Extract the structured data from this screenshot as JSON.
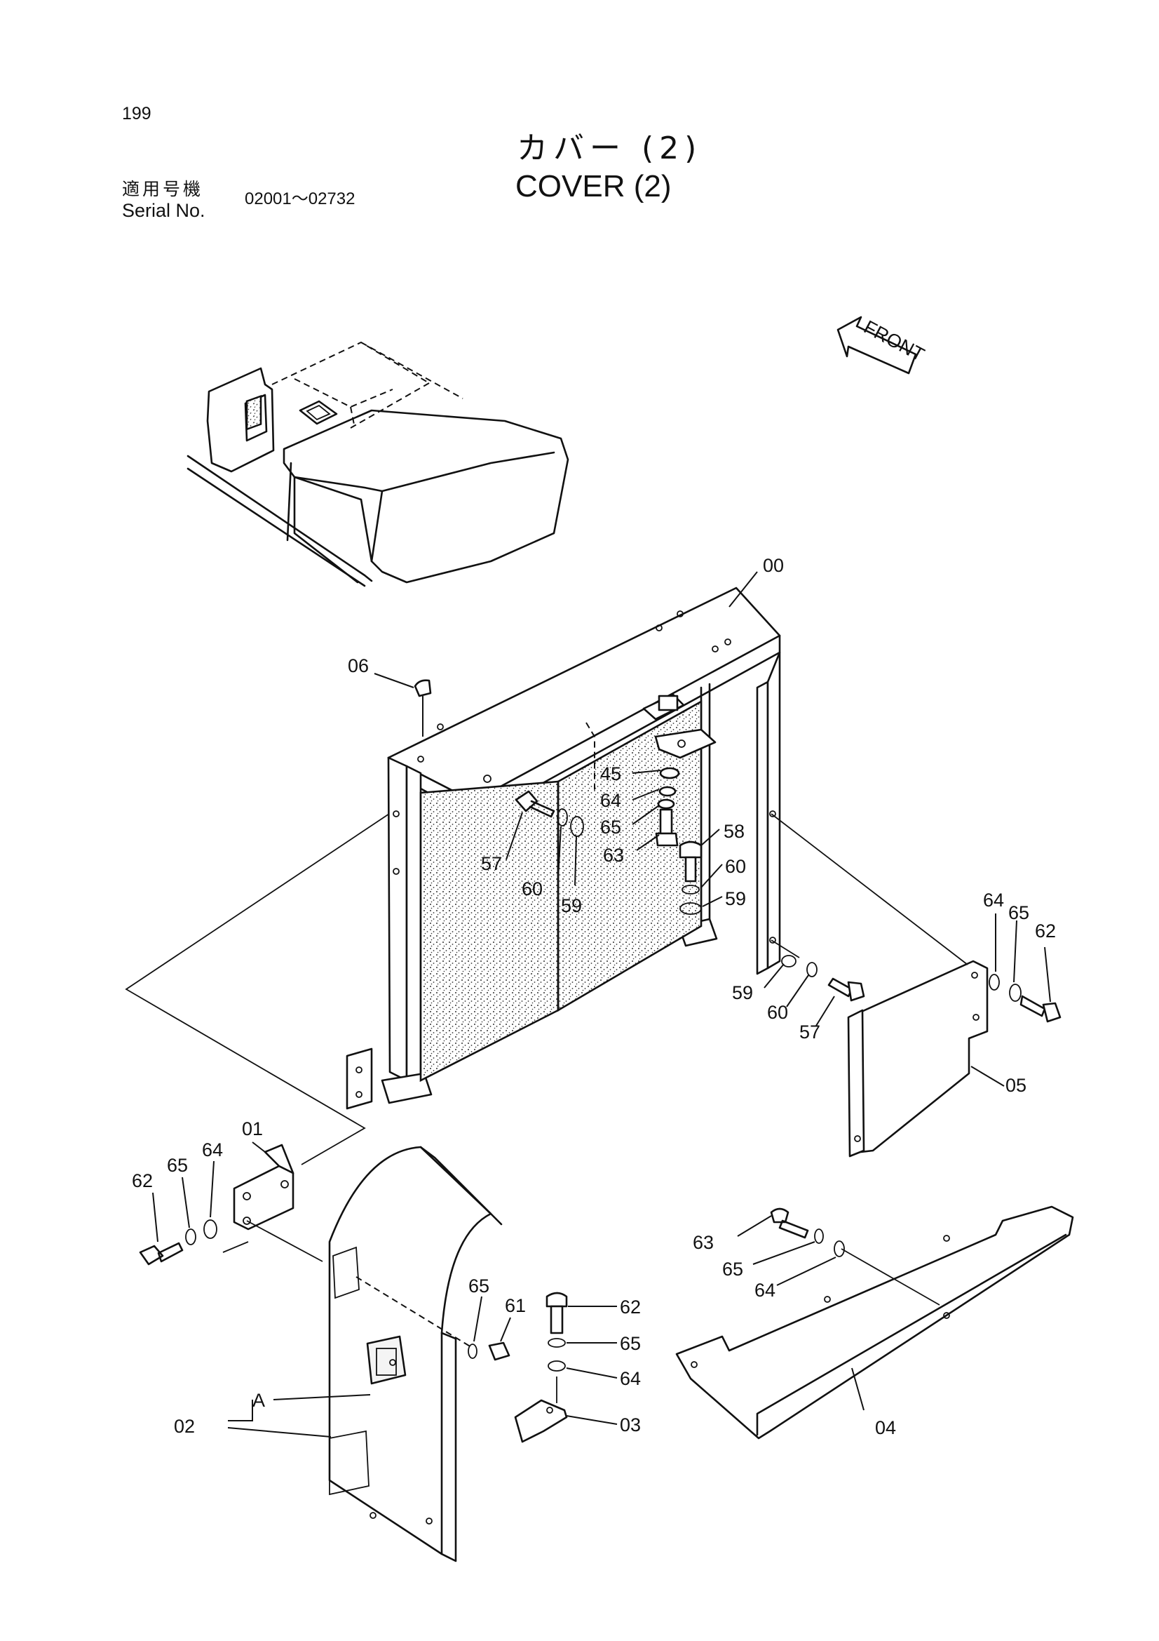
{
  "header": {
    "page_number": "199",
    "title_jp": "カバー (2)",
    "title_en": "COVER (2)",
    "serial_label_jp": "適用号機",
    "serial_label_en": "Serial No.",
    "serial_range": "02001～02732"
  },
  "front_arrow": {
    "label": "FRONT"
  },
  "callouts": {
    "c00": "00",
    "c06": "06",
    "c45": "45",
    "c64a": "64",
    "c65a": "65",
    "c63a": "63",
    "c57a": "57",
    "c60a": "60",
    "c59a": "59",
    "c58": "58",
    "c60b": "60",
    "c59b": "59",
    "c64b": "64",
    "c65b": "65",
    "c62a": "62",
    "c59c": "59",
    "c60c": "60",
    "c57b": "57",
    "c05": "05",
    "c01": "01",
    "c64c": "64",
    "c65c": "65",
    "c62b": "62",
    "c63b": "63",
    "c65d": "65",
    "c64d": "64",
    "c65e": "65",
    "c61": "61",
    "c62c": "62",
    "c65f": "65",
    "c64e": "64",
    "c03": "03",
    "c04": "04",
    "cA": "A",
    "c02": "02"
  }
}
